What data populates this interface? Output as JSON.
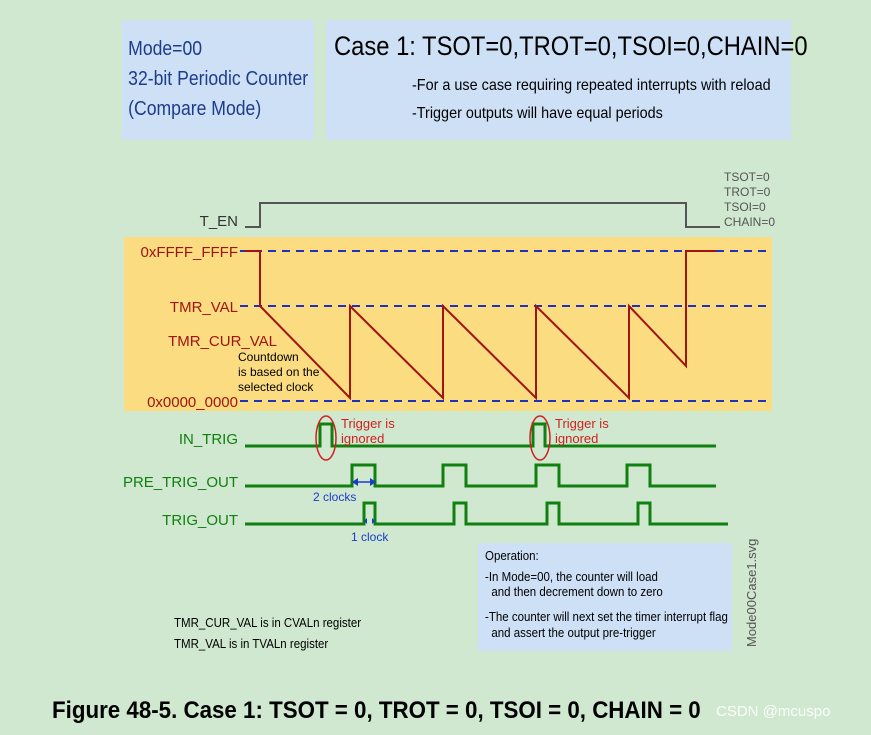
{
  "mode_box": {
    "line1": "Mode=00",
    "line2": "32-bit Periodic Counter",
    "line3": "(Compare Mode)"
  },
  "case_box": {
    "title": "Case 1: TSOT=0,TROT=0,TSOI=0,CHAIN=0",
    "bullet1": "-For a use case requiring repeated interrupts with reload",
    "bullet2": "-Trigger outputs will have equal periods"
  },
  "signals": {
    "t_en": "T_EN",
    "max_val": "0xFFFF_FFFF",
    "tmr_val": "TMR_VAL",
    "tmr_cur_val": "TMR_CUR_VAL",
    "zero_val": "0x0000_0000",
    "in_trig": "IN_TRIG",
    "pre_trig_out": "PRE_TRIG_OUT",
    "trig_out": "TRIG_OUT"
  },
  "end_state": [
    "TSOT=0",
    "TROT=0",
    "TSOI=0",
    "CHAIN=0"
  ],
  "annotations": {
    "countdown": [
      "Countdown",
      "is based on the",
      "selected clock"
    ],
    "trigger_ignored": [
      "Trigger is",
      "ignored"
    ],
    "two_clocks": "2 clocks",
    "one_clock": "1 clock",
    "svg_name": "Mode00Case1.svg"
  },
  "operation": {
    "heading": "Operation:",
    "lines": [
      "-In Mode=00, the counter will load",
      "  and then decrement down to zero",
      "-The counter will next set the timer interrupt flag",
      "  and assert the output pre-trigger"
    ]
  },
  "register_notes": [
    "TMR_CUR_VAL is in CVALn register",
    "TMR_VAL is in TVALn register"
  ],
  "caption": "Figure 48-5. Case 1: TSOT = 0, TROT = 0, TSOI = 0, CHAIN = 0",
  "watermark": "CSDN @mcuspo",
  "colors": {
    "background": "#cfe8cf",
    "box": "#cde0f6",
    "highlight": "#fcdc80",
    "counter": "#a01414",
    "signal": "#108010",
    "dashed": "#2030c0",
    "label_green": "#108010"
  }
}
